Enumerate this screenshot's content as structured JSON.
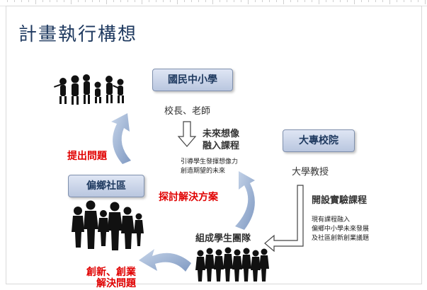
{
  "title": "計畫執行構想",
  "nodes": {
    "school": "國民中小學",
    "community": "偏鄉社區",
    "university": "大專校院"
  },
  "labels": {
    "principal_teacher": "校長、老師",
    "future_vision_line1": "未來想像",
    "future_vision_line2": "融入課程",
    "guide_line1": "引導學生發揮想像力",
    "guide_line2": "創造期望的未來",
    "professor": "大學教授",
    "experimental_course": "開設實驗課程",
    "integrate_line1": "現有課程融入",
    "integrate_line2": "偏鄉中小學未來發展",
    "integrate_line3": "及社區創新創業議題",
    "student_team": "組成學生團隊"
  },
  "red_labels": {
    "raise_problem": "提出問題",
    "discuss_solution": "探討解決方案",
    "innovation_line1": "創新、創業",
    "innovation_line2": "解決問題"
  },
  "colors": {
    "title": "#1f3a60",
    "box_border": "#7f90ad",
    "red": "#e00000",
    "arrow": "#8fa6c8"
  },
  "icons": [
    "children-silhouette",
    "family-silhouette",
    "student-team-silhouette"
  ]
}
